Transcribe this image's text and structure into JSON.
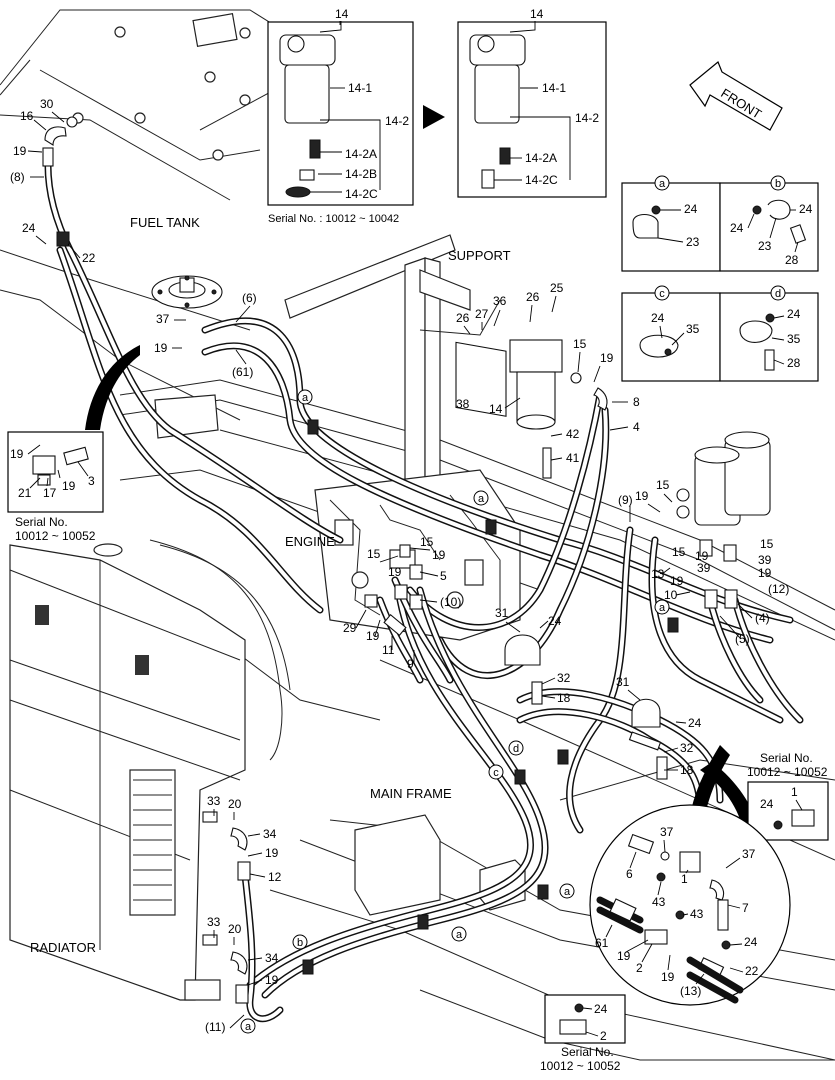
{
  "areas": {
    "fuel_tank": "FUEL TANK",
    "support": "SUPPORT",
    "engine": "ENGINE",
    "main_frame": "MAIN FRAME",
    "radiator": "RADIATOR",
    "front": "FRONT"
  },
  "serial": {
    "top_box": "Serial No. : 10012 ~ 10042",
    "left_line1": "Serial No.",
    "left_line2": "10012 ~ 10052",
    "right_line1": "Serial No.",
    "right_line2": "10012 ~ 10052",
    "bottom_line1": "Serial No.",
    "bottom_line2": "10012 ~ 10052"
  },
  "detail_letters": {
    "a": "a",
    "b": "b",
    "c": "c",
    "d": "d"
  },
  "filter_box_1": {
    "top": "14",
    "l1": "14-1",
    "l2": "14-2",
    "l2a": "14-2A",
    "l2b": "14-2B",
    "l2c": "14-2C"
  },
  "filter_box_2": {
    "top": "14",
    "l1": "14-1",
    "l2": "14-2",
    "l2a": "14-2A",
    "l2c": "14-2C"
  },
  "detail_a": {
    "p1": "24",
    "p2": "23"
  },
  "detail_b": {
    "p1": "24",
    "p2": "24",
    "p3": "23",
    "p4": "28"
  },
  "detail_c": {
    "p1": "24",
    "p2": "35"
  },
  "detail_d": {
    "p1": "24",
    "p2": "35",
    "p3": "28"
  },
  "left_inset": {
    "p19": "19",
    "p3": "3",
    "p21": "21",
    "p17": "17",
    "p19b": "19"
  },
  "right_inset": {
    "p24": "24",
    "p1": "1"
  },
  "bottom_inset": {
    "p24": "24",
    "p2": "2"
  },
  "circle_detail": {
    "p37a": "37",
    "p37b": "37",
    "p6": "6",
    "p1": "1",
    "p7": "7",
    "p43a": "43",
    "p43b": "43",
    "p61": "61",
    "p19a": "19",
    "p19b": "19",
    "p2": "2",
    "p13": "(13)",
    "p24": "24",
    "p22": "22"
  },
  "callouts": [
    {
      "id": "c30",
      "text": "30"
    },
    {
      "id": "c16",
      "text": "16"
    },
    {
      "id": "c19a",
      "text": "19"
    },
    {
      "id": "c8p",
      "text": "(8)"
    },
    {
      "id": "c24a",
      "text": "24"
    },
    {
      "id": "c22a",
      "text": "22"
    },
    {
      "id": "c6p",
      "text": "(6)"
    },
    {
      "id": "c37",
      "text": "37"
    },
    {
      "id": "c19b",
      "text": "19"
    },
    {
      "id": "c61p",
      "text": "(61)"
    },
    {
      "id": "c25",
      "text": "25"
    },
    {
      "id": "c26a",
      "text": "26"
    },
    {
      "id": "c36",
      "text": "36"
    },
    {
      "id": "c27",
      "text": "27"
    },
    {
      "id": "c26b",
      "text": "26"
    },
    {
      "id": "c15a",
      "text": "15"
    },
    {
      "id": "c19c",
      "text": "19"
    },
    {
      "id": "c38",
      "text": "38"
    },
    {
      "id": "c14",
      "text": "14"
    },
    {
      "id": "c42",
      "text": "42"
    },
    {
      "id": "c41",
      "text": "41"
    },
    {
      "id": "c8",
      "text": "8"
    },
    {
      "id": "c4",
      "text": "4"
    },
    {
      "id": "c9p",
      "text": "(9)"
    },
    {
      "id": "c19d",
      "text": "19"
    },
    {
      "id": "c15b",
      "text": "15"
    },
    {
      "id": "c15c",
      "text": "15"
    },
    {
      "id": "c19e",
      "text": "19"
    },
    {
      "id": "c15d",
      "text": "15"
    },
    {
      "id": "c39a",
      "text": "39"
    },
    {
      "id": "c13",
      "text": "13"
    },
    {
      "id": "c39b",
      "text": "39"
    },
    {
      "id": "c19f",
      "text": "19"
    },
    {
      "id": "c19g",
      "text": "19"
    },
    {
      "id": "c12p",
      "text": "(12)"
    },
    {
      "id": "c10",
      "text": "10"
    },
    {
      "id": "c4p",
      "text": "(4)"
    },
    {
      "id": "c5p",
      "text": "(5)"
    },
    {
      "id": "c15e",
      "text": "15"
    },
    {
      "id": "c15f",
      "text": "15"
    },
    {
      "id": "c19h",
      "text": "19"
    },
    {
      "id": "c19i",
      "text": "19"
    },
    {
      "id": "c5",
      "text": "5"
    },
    {
      "id": "c10p",
      "text": "(10)"
    },
    {
      "id": "c29",
      "text": "29"
    },
    {
      "id": "c19j",
      "text": "19"
    },
    {
      "id": "c11",
      "text": "11"
    },
    {
      "id": "c9",
      "text": "9"
    },
    {
      "id": "c31a",
      "text": "31"
    },
    {
      "id": "c24b",
      "text": "24"
    },
    {
      "id": "c32a",
      "text": "32"
    },
    {
      "id": "c18a",
      "text": "18"
    },
    {
      "id": "c31b",
      "text": "31"
    },
    {
      "id": "c24c",
      "text": "24"
    },
    {
      "id": "c32b",
      "text": "32"
    },
    {
      "id": "c18b",
      "text": "18"
    },
    {
      "id": "c33a",
      "text": "33"
    },
    {
      "id": "c20a",
      "text": "20"
    },
    {
      "id": "c34a",
      "text": "34"
    },
    {
      "id": "c19k",
      "text": "19"
    },
    {
      "id": "c12",
      "text": "12"
    },
    {
      "id": "c33b",
      "text": "33"
    },
    {
      "id": "c20b",
      "text": "20"
    },
    {
      "id": "c34b",
      "text": "34"
    },
    {
      "id": "c19l",
      "text": "19"
    },
    {
      "id": "c11p",
      "text": "(11)"
    }
  ]
}
